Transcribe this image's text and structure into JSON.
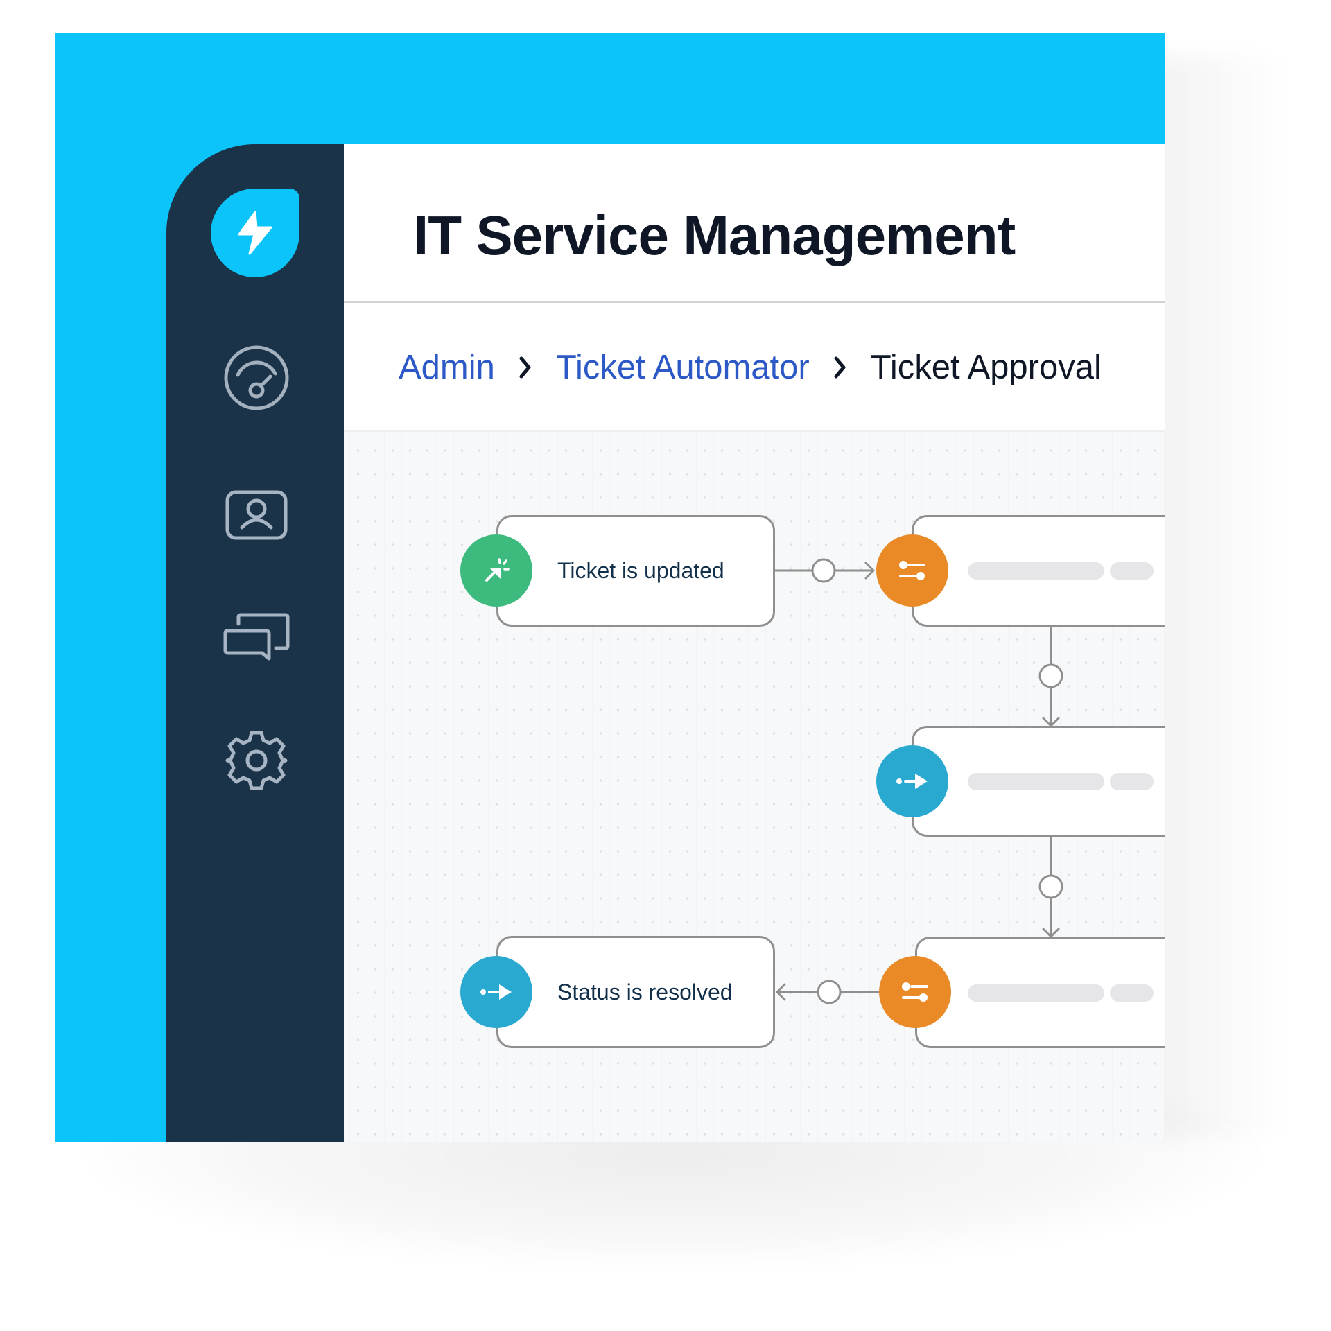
{
  "app": {
    "title": "IT Service Management",
    "brand_color": "#0bc5fa",
    "sidebar_color": "#1b3349"
  },
  "sidebar": {
    "logo": {
      "icon": "lightning-bolt-icon"
    },
    "items": [
      {
        "name": "dashboard",
        "icon": "gauge-icon"
      },
      {
        "name": "contacts",
        "icon": "user-card-icon"
      },
      {
        "name": "conversations",
        "icon": "chat-bubbles-icon"
      },
      {
        "name": "settings",
        "icon": "gear-icon"
      }
    ]
  },
  "breadcrumb": {
    "items": [
      {
        "label": "Admin",
        "link": true
      },
      {
        "label": "Ticket Automator",
        "link": true
      },
      {
        "label": "Ticket Approval",
        "link": false
      }
    ],
    "separator": "chevron-right-icon"
  },
  "workflow": {
    "nodes": [
      {
        "id": "trigger",
        "type": "event",
        "label": "Ticket is updated",
        "icon": "cursor-click-icon",
        "color": "#3dba7e"
      },
      {
        "id": "condition-1",
        "type": "condition",
        "label": "",
        "icon": "sliders-icon",
        "color": "#e98a26"
      },
      {
        "id": "action-1",
        "type": "action",
        "label": "",
        "icon": "arrow-right-icon",
        "color": "#2aa9d0"
      },
      {
        "id": "condition-2",
        "type": "condition",
        "label": "",
        "icon": "sliders-icon",
        "color": "#e98a26"
      },
      {
        "id": "action-2",
        "type": "action",
        "label": "Status is resolved",
        "icon": "arrow-right-icon",
        "color": "#2aa9d0"
      }
    ],
    "connector_color": "#8f8f8f"
  }
}
